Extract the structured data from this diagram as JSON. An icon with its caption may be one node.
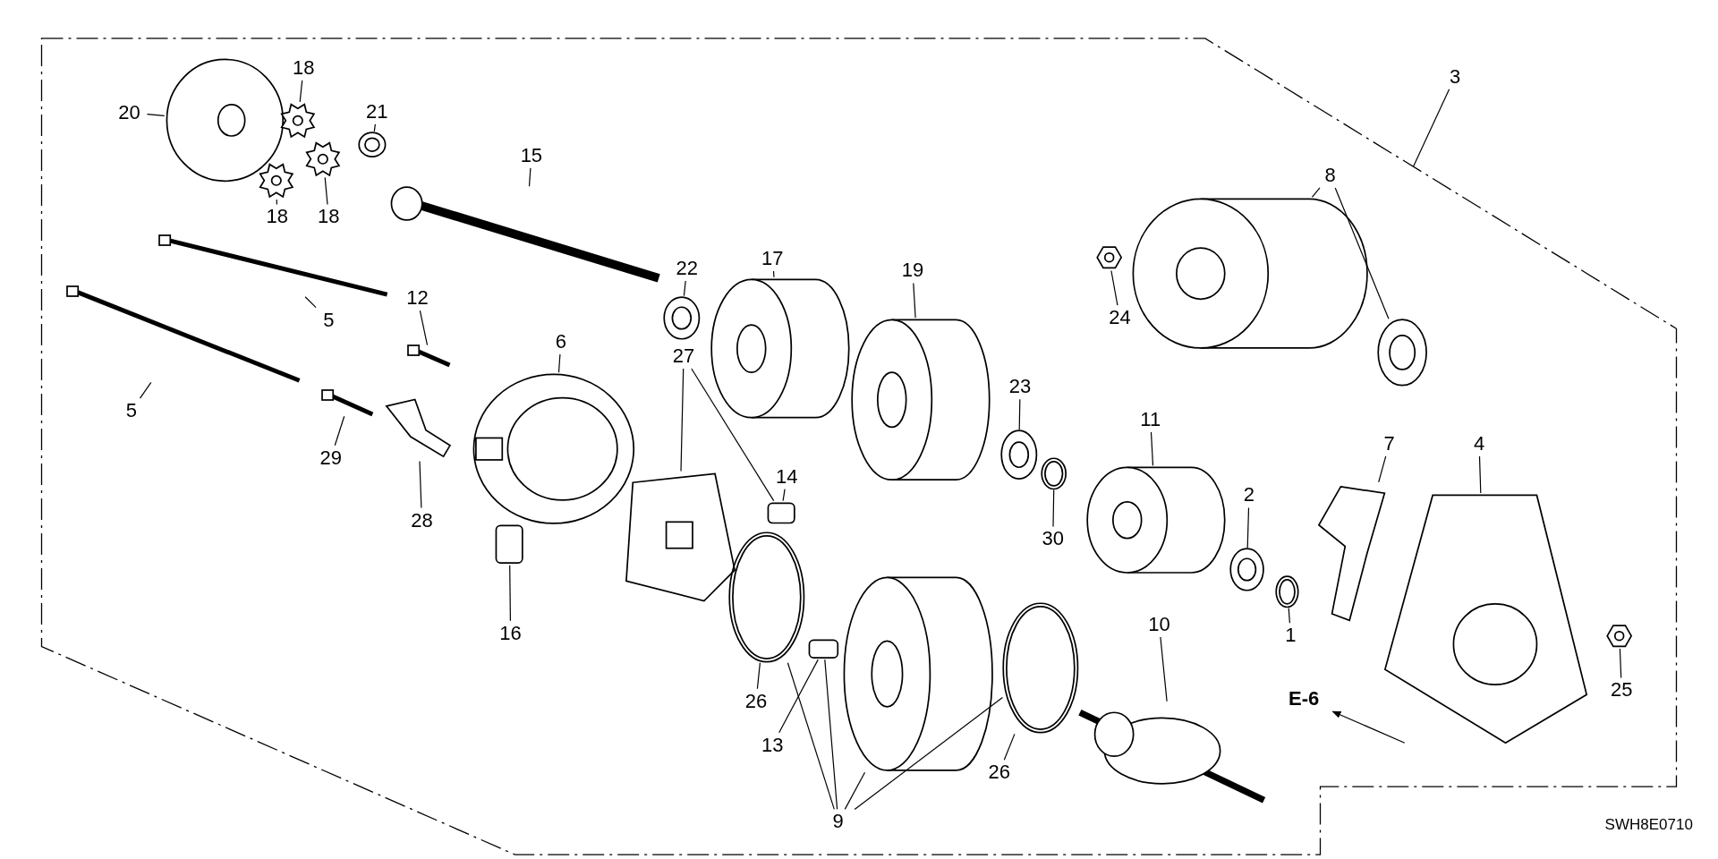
{
  "diagram": {
    "nodes": [
      {
        "text": [
          "20"
        ]
      },
      {
        "text": [],
        "shape": "disc"
      },
      {
        "text": [
          "18"
        ]
      },
      {
        "text": [],
        "shape": "gear"
      },
      {
        "text": [
          "18"
        ]
      },
      {
        "text": [],
        "shape": "gear"
      },
      {
        "text": [
          "18"
        ]
      },
      {
        "text": [],
        "shape": "gear"
      },
      {
        "text": [
          "21"
        ]
      },
      {
        "text": [],
        "shape": "washer"
      },
      {
        "text": [
          "15"
        ]
      },
      {
        "text": [],
        "shape": "shaft"
      },
      {
        "text": [
          "5"
        ]
      },
      {
        "text": [],
        "shape": "bolt"
      },
      {
        "text": [
          "5"
        ]
      },
      {
        "text": [],
        "shape": "bolt"
      },
      {
        "text": [
          "12"
        ]
      },
      {
        "text": [],
        "shape": "bolt"
      },
      {
        "text": [
          "6"
        ]
      },
      {
        "text": [],
        "shape": "picture"
      },
      {
        "text": [
          "29"
        ]
      },
      {
        "text": [],
        "shape": "bolt"
      },
      {
        "text": [
          "28"
        ]
      },
      {
        "text": [],
        "shape": "picture"
      },
      {
        "text": [
          "16"
        ]
      },
      {
        "text": [],
        "shape": "box"
      },
      {
        "text": [
          "22"
        ]
      },
      {
        "text": [],
        "shape": "washer"
      },
      {
        "text": [
          "17"
        ]
      },
      {
        "text": [],
        "shape": "cylinder"
      },
      {
        "text": [
          "19"
        ]
      },
      {
        "text": [],
        "shape": "cylinder"
      },
      {
        "text": [
          "27"
        ]
      },
      {
        "text": [],
        "shape": "picture"
      },
      {
        "text": [
          "14"
        ]
      },
      {
        "text": [],
        "shape": "box"
      },
      {
        "text": [
          "23"
        ]
      },
      {
        "text": [],
        "shape": "washer"
      },
      {
        "text": [
          "30"
        ]
      },
      {
        "text": [],
        "shape": "ring"
      },
      {
        "text": [
          "11"
        ]
      },
      {
        "text": [],
        "shape": "cylinder"
      },
      {
        "text": [
          "2"
        ]
      },
      {
        "text": [],
        "shape": "washer"
      },
      {
        "text": [
          "1"
        ]
      },
      {
        "text": [],
        "shape": "ring"
      },
      {
        "text": [
          "7"
        ]
      },
      {
        "text": [],
        "shape": "picture"
      },
      {
        "text": [
          "4"
        ]
      },
      {
        "text": [],
        "shape": "picture"
      },
      {
        "text": [
          "3"
        ]
      },
      {
        "text": [
          "8"
        ]
      },
      {
        "text": [],
        "shape": "cylinder"
      },
      {
        "text": [],
        "shape": "washer"
      },
      {
        "text": [
          "24"
        ]
      },
      {
        "text": [],
        "shape": "nut"
      },
      {
        "text": [
          "25"
        ]
      },
      {
        "text": [],
        "shape": "nut"
      },
      {
        "text": [
          "26"
        ]
      },
      {
        "text": [],
        "shape": "ring"
      },
      {
        "text": [
          "13"
        ]
      },
      {
        "text": [],
        "shape": "box"
      },
      {
        "text": [
          "26"
        ]
      },
      {
        "text": [],
        "shape": "ring"
      },
      {
        "text": [
          "9"
        ]
      },
      {
        "text": [],
        "shape": "cylinder"
      },
      {
        "text": [
          "10"
        ]
      },
      {
        "text": [],
        "shape": "picture"
      },
      {
        "text": [
          "E-6"
        ]
      }
    ],
    "edges": [
      {
        "from": 0,
        "to": 1,
        "arrow": "none"
      },
      {
        "from": 2,
        "to": 3,
        "arrow": "none"
      },
      {
        "from": 4,
        "to": 5,
        "arrow": "none"
      },
      {
        "from": 6,
        "to": 7,
        "arrow": "none"
      },
      {
        "from": 8,
        "to": 9,
        "arrow": "none"
      },
      {
        "from": 10,
        "to": 11,
        "arrow": "none"
      },
      {
        "from": 12,
        "to": 13,
        "arrow": "none"
      },
      {
        "from": 14,
        "to": 15,
        "arrow": "none"
      },
      {
        "from": 16,
        "to": 17,
        "arrow": "none"
      },
      {
        "from": 18,
        "to": 19,
        "arrow": "none"
      },
      {
        "from": 20,
        "to": 21,
        "arrow": "none"
      },
      {
        "from": 22,
        "to": 23,
        "arrow": "none"
      },
      {
        "from": 24,
        "to": 25,
        "arrow": "none"
      },
      {
        "from": 26,
        "to": 27,
        "arrow": "none"
      },
      {
        "from": 28,
        "to": 29,
        "arrow": "none"
      },
      {
        "from": 30,
        "to": 31,
        "arrow": "none"
      },
      {
        "from": 32,
        "to": 33,
        "arrow": "none"
      },
      {
        "from": 32,
        "to": 35,
        "arrow": "none"
      },
      {
        "from": 34,
        "to": 35,
        "arrow": "none"
      },
      {
        "from": 36,
        "to": 37,
        "arrow": "none"
      },
      {
        "from": 38,
        "to": 39,
        "arrow": "none"
      },
      {
        "from": 40,
        "to": 41,
        "arrow": "none"
      },
      {
        "from": 42,
        "to": 43,
        "arrow": "none"
      },
      {
        "from": 44,
        "to": 45,
        "arrow": "none"
      },
      {
        "from": 46,
        "to": 47,
        "arrow": "none"
      },
      {
        "from": 48,
        "to": 49,
        "arrow": "none"
      },
      {
        "from": 50,
        "to": null,
        "arrow": "none"
      },
      {
        "from": 51,
        "to": 52,
        "arrow": "none"
      },
      {
        "from": 51,
        "to": 53,
        "arrow": "none"
      },
      {
        "from": 54,
        "to": 55,
        "arrow": "none"
      },
      {
        "from": 56,
        "to": 57,
        "arrow": "none"
      },
      {
        "from": 58,
        "to": 59,
        "arrow": "none"
      },
      {
        "from": 60,
        "to": 61,
        "arrow": "none"
      },
      {
        "from": 62,
        "to": 63,
        "arrow": "none"
      },
      {
        "from": 64,
        "to": 59,
        "arrow": "none"
      },
      {
        "from": 64,
        "to": 61,
        "arrow": "none"
      },
      {
        "from": 64,
        "to": 65,
        "arrow": "none"
      },
      {
        "from": 64,
        "to": 63,
        "arrow": "none"
      },
      {
        "from": 66,
        "to": 67,
        "arrow": "none"
      },
      {
        "from": null,
        "to": 68,
        "arrow": "to"
      }
    ],
    "labels": [
      "SWH8E0710"
    ]
  }
}
